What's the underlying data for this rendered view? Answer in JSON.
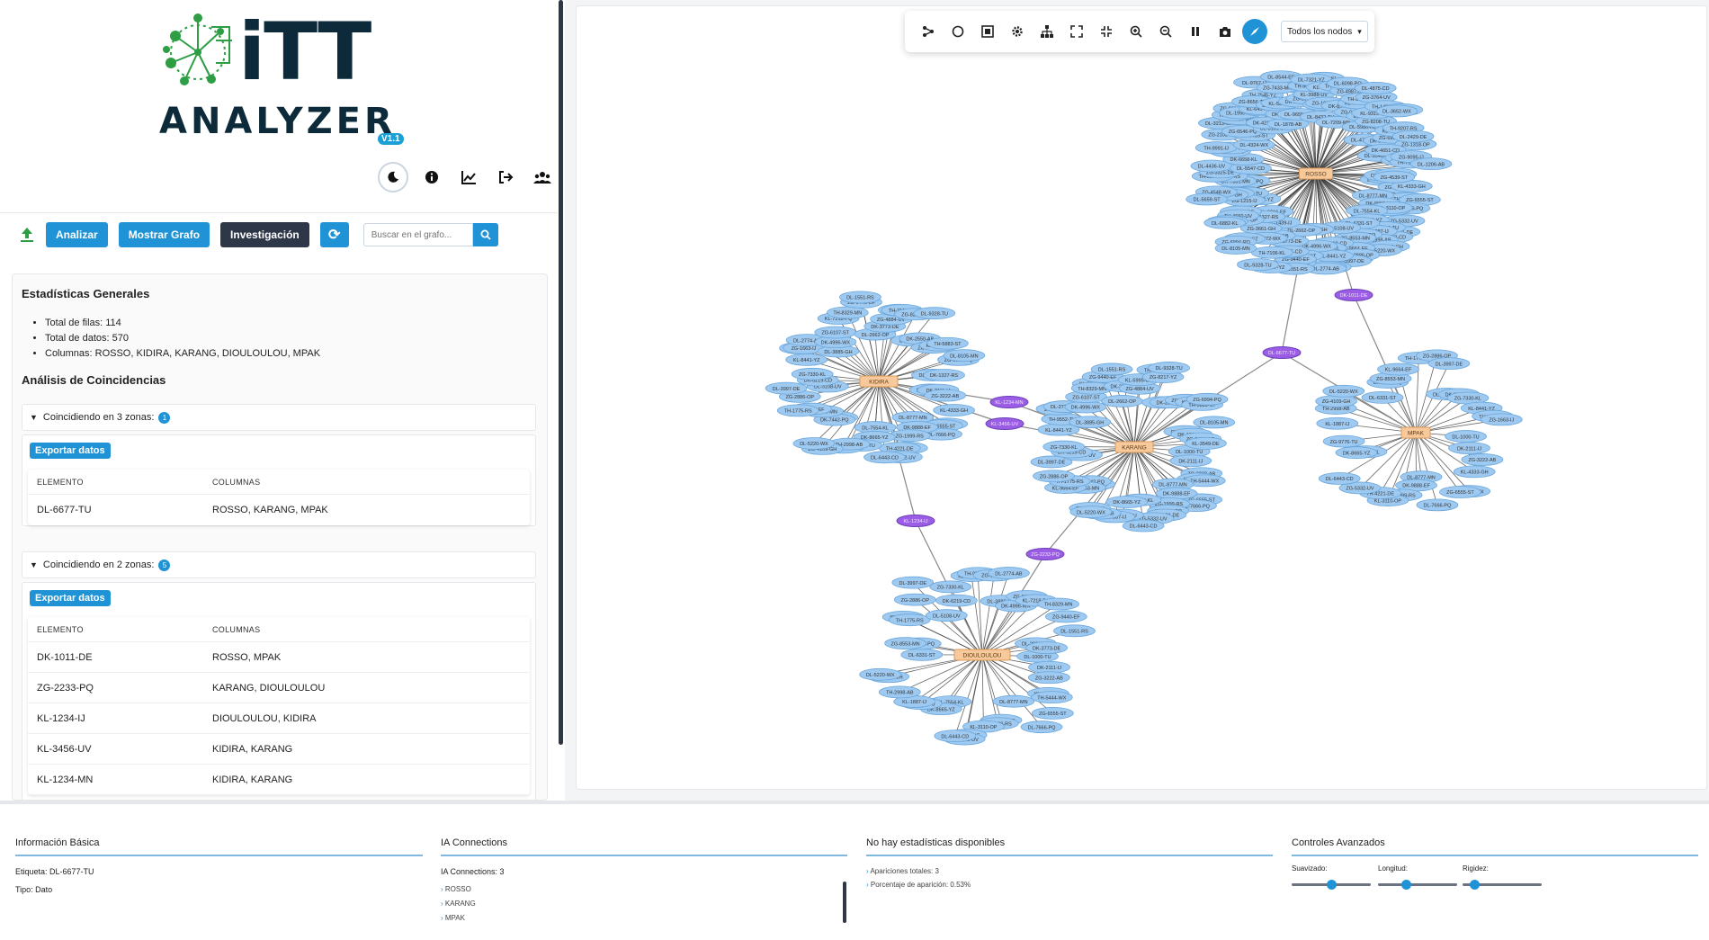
{
  "app": {
    "logo_text_top": "iTT",
    "logo_text_bottom": "ANALYZER",
    "version": "V1.1"
  },
  "header_icons": [
    "moon-icon",
    "info-icon",
    "chart-line-icon",
    "logout-icon",
    "users-icon"
  ],
  "toolbar": {
    "analyze_label": "Analizar",
    "show_graph_label": "Mostrar Grafo",
    "investigation_label": "Investigación",
    "search_placeholder": "Buscar en el grafo..."
  },
  "stats": {
    "title": "Estadísticas Generales",
    "items": [
      "Total de filas: 114",
      "Total de datos: 570",
      "Columnas: ROSSO, KIDIRA, KARANG, DIOULOULOU, MPAK"
    ],
    "coincidence_title": "Análisis de Coincidencias"
  },
  "zones": [
    {
      "label": "Coincidiendo en 3 zonas:",
      "count": "1",
      "export_label": "Exportar datos",
      "columns": [
        "ELEMENTO",
        "COLUMNAS"
      ],
      "rows": [
        [
          "DL-6677-TU",
          "ROSSO, KARANG, MPAK"
        ]
      ]
    },
    {
      "label": "Coincidiendo en 2 zonas:",
      "count": "5",
      "export_label": "Exportar datos",
      "columns": [
        "ELEMENTO",
        "COLUMNAS"
      ],
      "rows": [
        [
          "DK-1011-DE",
          "ROSSO, MPAK"
        ],
        [
          "ZG-2233-PQ",
          "KARANG, DIOULOULOU"
        ],
        [
          "KL-1234-IJ",
          "DIOULOULOU, KIDIRA"
        ],
        [
          "KL-3456-UV",
          "KIDIRA, KARANG"
        ],
        [
          "KL-1234-MN",
          "KIDIRA, KARANG"
        ]
      ]
    }
  ],
  "graph": {
    "filter_label": "Todos los nodos",
    "toolbar_icons": [
      "share-nodes-icon",
      "circle-icon",
      "frame-icon",
      "gear-icon",
      "hierarchy-icon",
      "expand-icon",
      "compress-icon",
      "zoom-in-icon",
      "zoom-out-icon",
      "pause-icon",
      "camera-icon",
      "compass-icon"
    ],
    "hubs": [
      "ROSSO",
      "KIDIRA",
      "KARANG",
      "DIOULOULOU",
      "MPAK"
    ],
    "shared_nodes": [
      "DL-6677-TU",
      "DK-1011-DE",
      "ZG-2233-PQ",
      "KL-1234-IJ",
      "KL-3456-UV",
      "KL-1234-MN"
    ],
    "colors": {
      "hub": "#f8c99a",
      "leaf": "#9ec9f0",
      "shared": "#9b5de5",
      "edge": "#333333"
    }
  },
  "bottom": {
    "basic": {
      "title": "Información Básica",
      "label_line": "Etiqueta: DL-6677-TU",
      "type_line": "Tipo: Dato"
    },
    "ia": {
      "title": "IA Connections",
      "count_line": "IA Connections: 3",
      "items": [
        "ROSSO",
        "KARANG",
        "MPAK"
      ]
    },
    "stats": {
      "title": "No hay estadísticas disponibles",
      "items": [
        "Apariciones totales: 3",
        "Porcentaje de aparición: 0.53%"
      ]
    },
    "controls": {
      "title": "Controles Avanzados",
      "sliders": [
        {
          "label": "Suavizado:",
          "value": 0.5
        },
        {
          "label": "Longitud:",
          "value": 0.35
        },
        {
          "label": "Rigidez:",
          "value": 0.15
        }
      ]
    }
  }
}
